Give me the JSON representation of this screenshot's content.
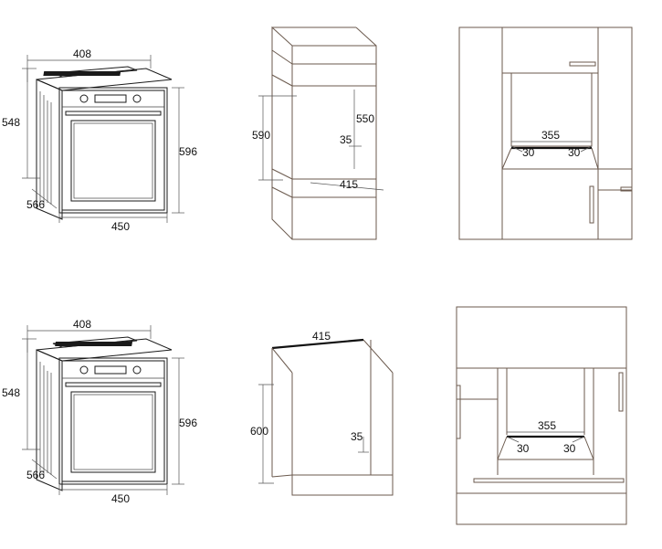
{
  "panels": {
    "oven_top": {
      "width": "408",
      "height": "548",
      "depth": "566",
      "front_width": "450",
      "front_height": "596"
    },
    "cabinet_top": {
      "height": "590",
      "gap": "35",
      "opening": "550",
      "width": "415"
    },
    "niche_top": {
      "width": "355",
      "left": "30",
      "right": "30"
    },
    "oven_bottom": {
      "width": "408",
      "height": "548",
      "depth": "566",
      "front_width": "450",
      "front_height": "596"
    },
    "cabinet_bottom": {
      "width": "415",
      "height": "600",
      "gap": "35"
    },
    "niche_bottom": {
      "width": "355",
      "left": "30",
      "right": "30"
    }
  }
}
